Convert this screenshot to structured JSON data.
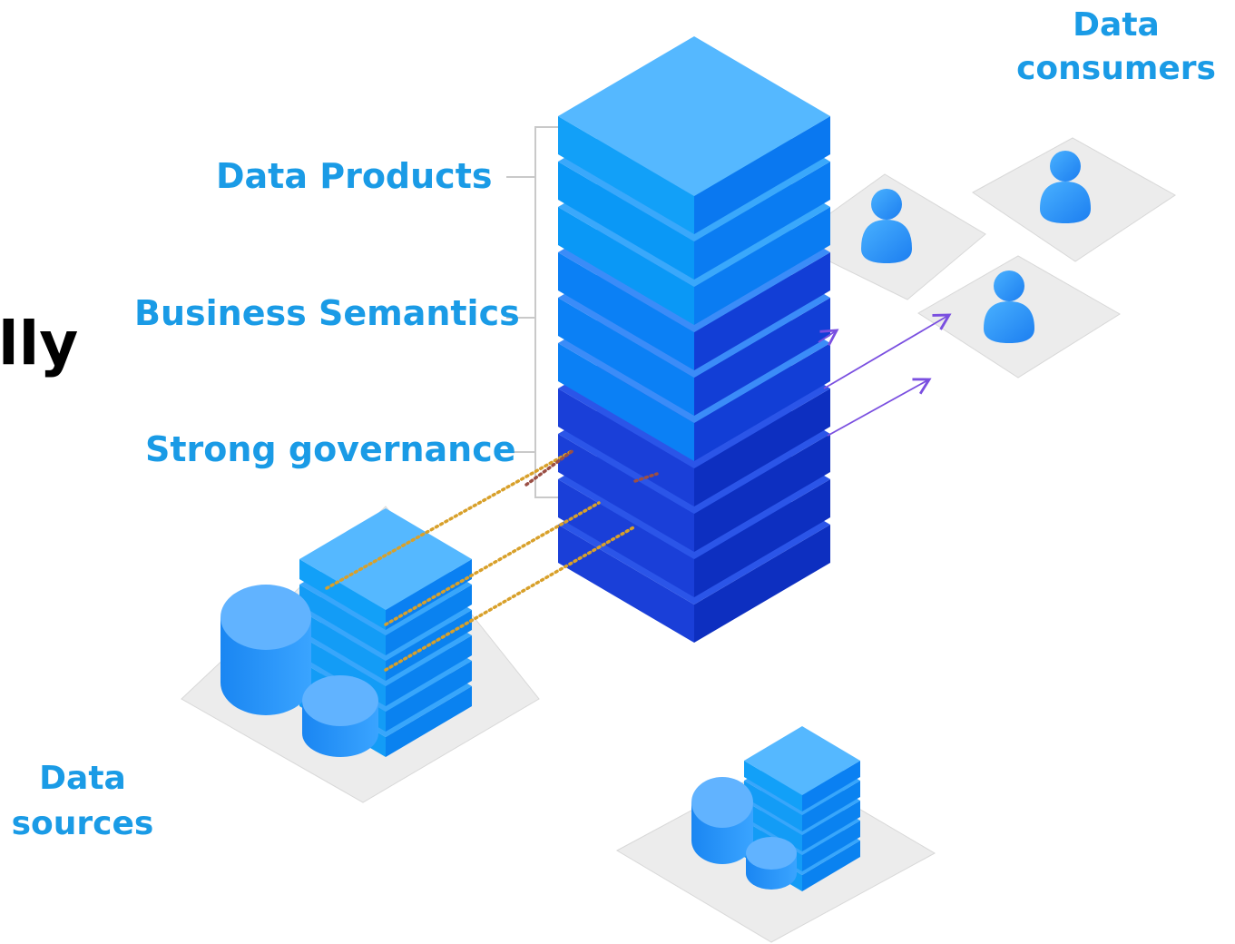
{
  "headline_fragment": "lly",
  "layers": {
    "products": "Data Products",
    "semantics": "Business Semantics",
    "governance": "Strong governance"
  },
  "consumers": {
    "line1": "Data",
    "line2": "consumers"
  },
  "sources": {
    "line1": "Data",
    "line2": "sources"
  },
  "colors": {
    "label": "#1a9be6",
    "tower_top": "#55b8ff",
    "tower_blue": "#0a8cf5",
    "tower_deep": "#1a3fd8",
    "tile": "#ececec",
    "person": "#2a8ff5",
    "arrow": "#7a4fe0",
    "dotted": "#d8a02a"
  },
  "icons": [
    "person-icon",
    "database-icon",
    "server-icon"
  ]
}
